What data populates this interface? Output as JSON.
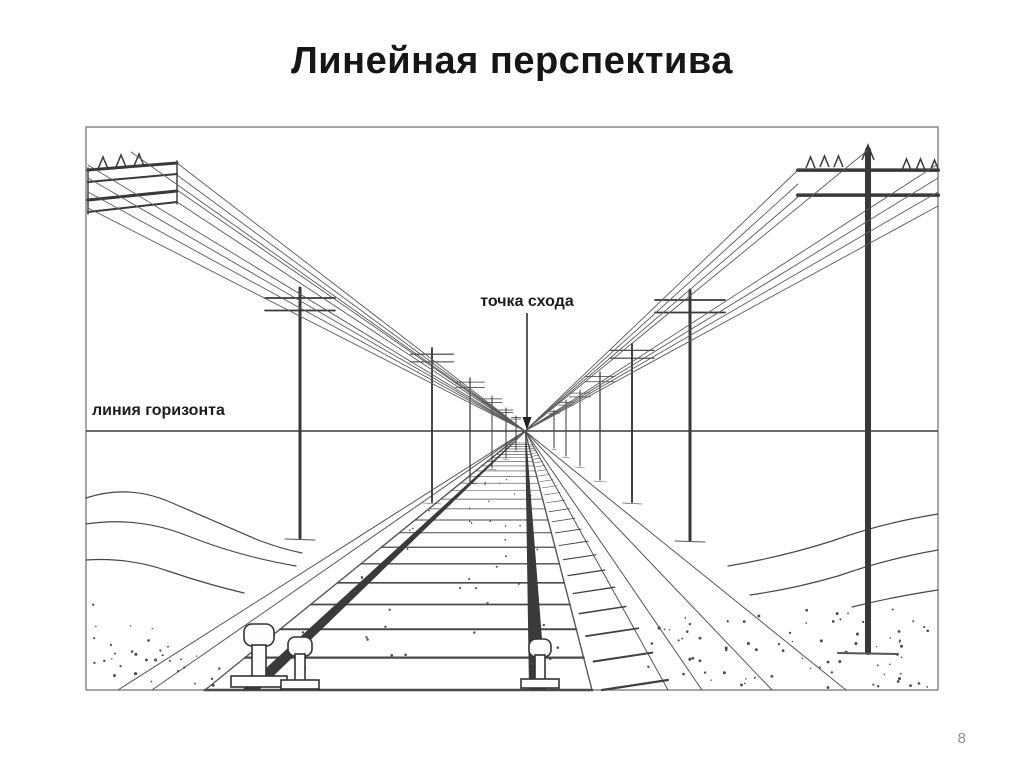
{
  "slide": {
    "title": "Линейная перспектива",
    "page_number": "8"
  },
  "diagram": {
    "vanishing_point_label": "точка схода",
    "horizon_label": "линия горизонта"
  },
  "colors": {
    "ink": "#3d3d3d",
    "background": "#ffffff",
    "page_number": "#8e8e8e"
  }
}
